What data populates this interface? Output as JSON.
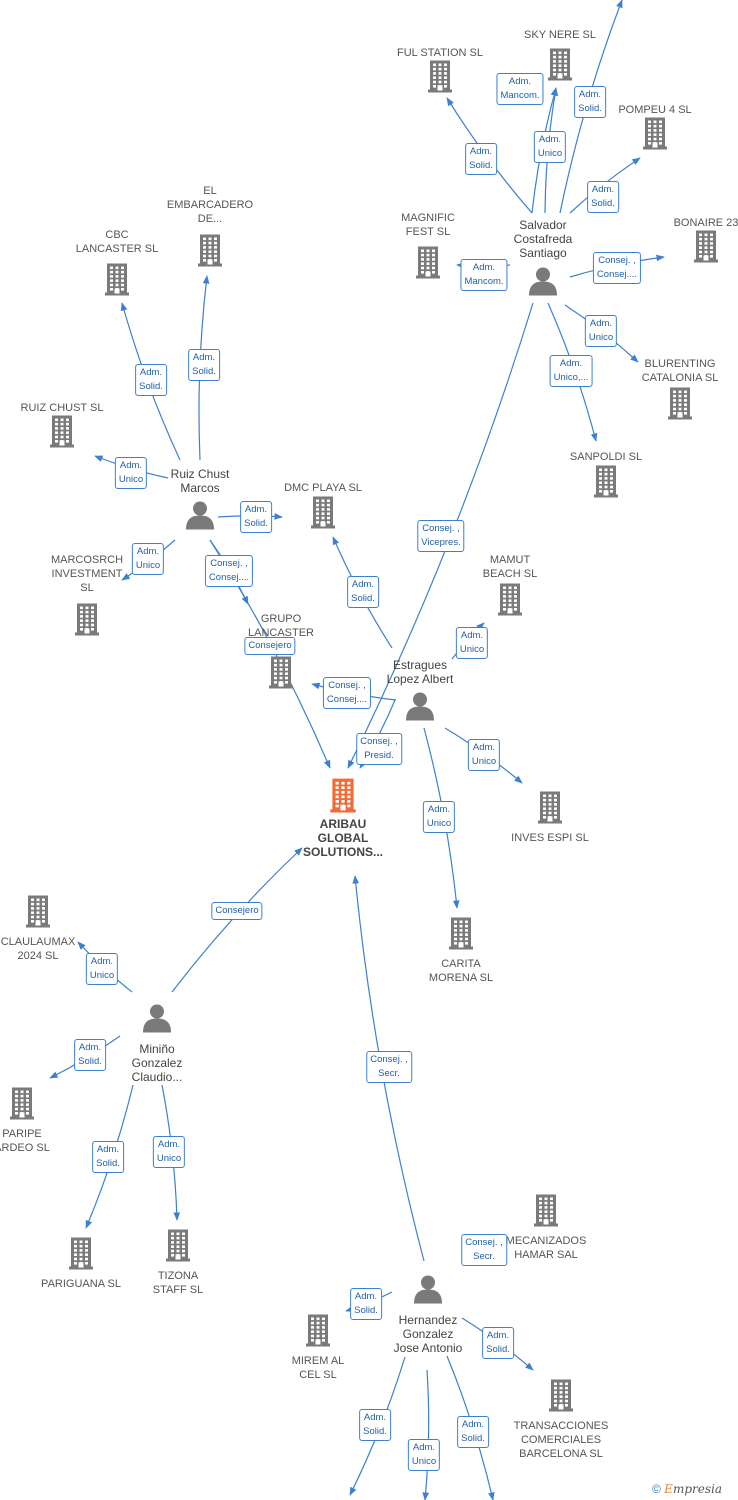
{
  "colors": {
    "edge": "#3d80d0",
    "company": "#7a7a7a",
    "main": "#f26a35",
    "person": "#7a7a7a"
  },
  "copyright": {
    "symbol": "©",
    "brand_e": "E",
    "brand_rest": "mpresia"
  },
  "nodes": [
    {
      "id": "aribau",
      "type": "main",
      "lines": [
        "ARIBAU",
        "GLOBAL",
        "SOLUTIONS..."
      ]
    },
    {
      "id": "salvador",
      "type": "person",
      "lines": [
        "Salvador",
        "Costafreda",
        "Santiago"
      ]
    },
    {
      "id": "ruiz",
      "type": "person",
      "lines": [
        "Ruiz Chust",
        "Marcos"
      ]
    },
    {
      "id": "estragues",
      "type": "person",
      "lines": [
        "Estragues",
        "Lopez Albert"
      ]
    },
    {
      "id": "minino",
      "type": "person",
      "lines": [
        "Miniño",
        "Gonzalez",
        "Claudio..."
      ]
    },
    {
      "id": "hernandez",
      "type": "person",
      "lines": [
        "Hernandez",
        "Gonzalez",
        "Jose Antonio"
      ]
    },
    {
      "id": "fulstation",
      "type": "company",
      "lines": [
        "FUL STATION SL"
      ]
    },
    {
      "id": "skynere",
      "type": "company",
      "lines": [
        "SKY NERE  SL"
      ]
    },
    {
      "id": "pompeu",
      "type": "company",
      "lines": [
        "POMPEU 4  SL"
      ]
    },
    {
      "id": "magnific",
      "type": "company",
      "lines": [
        "MAGNIFIC",
        "FEST  SL"
      ]
    },
    {
      "id": "bonaire",
      "type": "company",
      "lines": [
        "BONAIRE 23"
      ]
    },
    {
      "id": "blurenting",
      "type": "company",
      "lines": [
        "BLURENTING",
        "CATALONIA  SL"
      ]
    },
    {
      "id": "sanpoldi",
      "type": "company",
      "lines": [
        "SANPOLDI  SL"
      ]
    },
    {
      "id": "embarcadero",
      "type": "company",
      "lines": [
        "EL",
        "EMBARCADERO",
        "DE..."
      ]
    },
    {
      "id": "cbc",
      "type": "company",
      "lines": [
        "CBC",
        "LANCASTER  SL"
      ]
    },
    {
      "id": "ruizchust",
      "type": "company",
      "lines": [
        "RUIZ CHUST SL"
      ]
    },
    {
      "id": "dmc",
      "type": "company",
      "lines": [
        "DMC PLAYA  SL"
      ]
    },
    {
      "id": "marcosrch",
      "type": "company",
      "lines": [
        "MARCOSRCH",
        "INVESTMENT",
        "SL"
      ]
    },
    {
      "id": "grupo",
      "type": "company",
      "lines": [
        "GRUPO",
        "LANCASTER"
      ]
    },
    {
      "id": "mamut",
      "type": "company",
      "lines": [
        "MAMUT",
        "BEACH  SL"
      ]
    },
    {
      "id": "inves",
      "type": "company",
      "lines": [
        "INVES ESPI  SL"
      ]
    },
    {
      "id": "carita",
      "type": "company",
      "lines": [
        "CARITA",
        "MORENA  SL"
      ]
    },
    {
      "id": "claulaumax",
      "type": "company",
      "lines": [
        "CLAULAUMAX",
        "2024  SL"
      ]
    },
    {
      "id": "paripe",
      "type": "company",
      "lines": [
        "PARIPE",
        "ARDEO  SL"
      ]
    },
    {
      "id": "pariguana",
      "type": "company",
      "lines": [
        "PARIGUANA  SL"
      ]
    },
    {
      "id": "tizona",
      "type": "company",
      "lines": [
        "TIZONA",
        "STAFF  SL"
      ]
    },
    {
      "id": "mecanizados",
      "type": "company",
      "lines": [
        "MECANIZADOS",
        "HAMAR SAL"
      ]
    },
    {
      "id": "mirem",
      "type": "company",
      "lines": [
        "MIREM AL",
        "CEL  SL"
      ]
    },
    {
      "id": "transacciones",
      "type": "company",
      "lines": [
        "TRANSACCIONES",
        "COMERCIALES",
        "BARCELONA  SL"
      ]
    }
  ],
  "edges": [
    {
      "from": "salvador",
      "to": "fulstation",
      "label": [
        "Adm.",
        "Solid."
      ]
    },
    {
      "from": "salvador",
      "to": "skynere",
      "label": [
        "Adm.",
        "Mancom."
      ]
    },
    {
      "from": "salvador",
      "to": "skynere",
      "label": [
        "Adm.",
        "Unico"
      ]
    },
    {
      "from": "salvador",
      "to": "top-right",
      "label": [
        "Adm.",
        "Solid."
      ]
    },
    {
      "from": "salvador",
      "to": "pompeu",
      "label": [
        "Adm.",
        "Solid."
      ]
    },
    {
      "from": "salvador",
      "to": "magnific",
      "label": [
        "Adm.",
        "Mancom."
      ]
    },
    {
      "from": "salvador",
      "to": "bonaire",
      "label": [
        "Consej. ,",
        "Consej...."
      ]
    },
    {
      "from": "salvador",
      "to": "blurenting",
      "label": [
        "Adm.",
        "Unico"
      ]
    },
    {
      "from": "salvador",
      "to": "sanpoldi",
      "label": [
        "Adm.",
        "Unico,..."
      ]
    },
    {
      "from": "salvador",
      "to": "aribau",
      "label": [
        "Consej. ,",
        "Vicepres."
      ]
    },
    {
      "from": "ruiz",
      "to": "embarcadero",
      "label": [
        "Adm.",
        "Solid."
      ]
    },
    {
      "from": "ruiz",
      "to": "cbc",
      "label": [
        "Adm.",
        "Solid."
      ]
    },
    {
      "from": "ruiz",
      "to": "ruizchust",
      "label": [
        "Adm.",
        "Unico"
      ]
    },
    {
      "from": "ruiz",
      "to": "dmc",
      "label": [
        "Adm.",
        "Solid."
      ]
    },
    {
      "from": "ruiz",
      "to": "marcosrch",
      "label": [
        "Adm.",
        "Unico"
      ]
    },
    {
      "from": "ruiz",
      "to": "grupo",
      "label": [
        "Consej. ,",
        "Consej...."
      ]
    },
    {
      "from": "ruiz",
      "to": "aribau",
      "label": [
        "Consejero"
      ]
    },
    {
      "from": "estragues",
      "to": "dmc",
      "label": [
        "Adm.",
        "Solid."
      ]
    },
    {
      "from": "estragues",
      "to": "mamut",
      "label": [
        "Adm.",
        "Unico"
      ]
    },
    {
      "from": "estragues",
      "to": "grupo",
      "label": [
        "Consej. ,",
        "Consej...."
      ]
    },
    {
      "from": "estragues",
      "to": "aribau",
      "label": [
        "Consej. ,",
        "Presid."
      ]
    },
    {
      "from": "estragues",
      "to": "inves",
      "label": [
        "Adm.",
        "Unico"
      ]
    },
    {
      "from": "estragues",
      "to": "carita",
      "label": [
        "Adm.",
        "Unico"
      ]
    },
    {
      "from": "minino",
      "to": "aribau",
      "label": [
        "Consejero"
      ]
    },
    {
      "from": "minino",
      "to": "claulaumax",
      "label": [
        "Adm.",
        "Unico"
      ]
    },
    {
      "from": "minino",
      "to": "paripe",
      "label": [
        "Adm.",
        "Solid."
      ]
    },
    {
      "from": "minino",
      "to": "pariguana",
      "label": [
        "Adm.",
        "Solid."
      ]
    },
    {
      "from": "minino",
      "to": "tizona",
      "label": [
        "Adm.",
        "Unico"
      ]
    },
    {
      "from": "hernandez",
      "to": "aribau",
      "label": [
        "Consej. ,",
        "Secr."
      ]
    },
    {
      "from": "hernandez",
      "to": "mecanizados",
      "label": [
        "Consej. ,",
        "Secr."
      ]
    },
    {
      "from": "hernandez",
      "to": "mirem",
      "label": [
        "Adm.",
        "Solid."
      ]
    },
    {
      "from": "hernandez",
      "to": "transacciones",
      "label": [
        "Adm.",
        "Solid."
      ]
    },
    {
      "from": "hernandez",
      "to": "bottom-left",
      "label": [
        "Adm.",
        "Solid."
      ]
    },
    {
      "from": "hernandez",
      "to": "bottom-mid",
      "label": [
        "Adm.",
        "Unico"
      ]
    },
    {
      "from": "hernandez",
      "to": "bottom-right",
      "label": [
        "Adm.",
        "Solid."
      ]
    }
  ]
}
